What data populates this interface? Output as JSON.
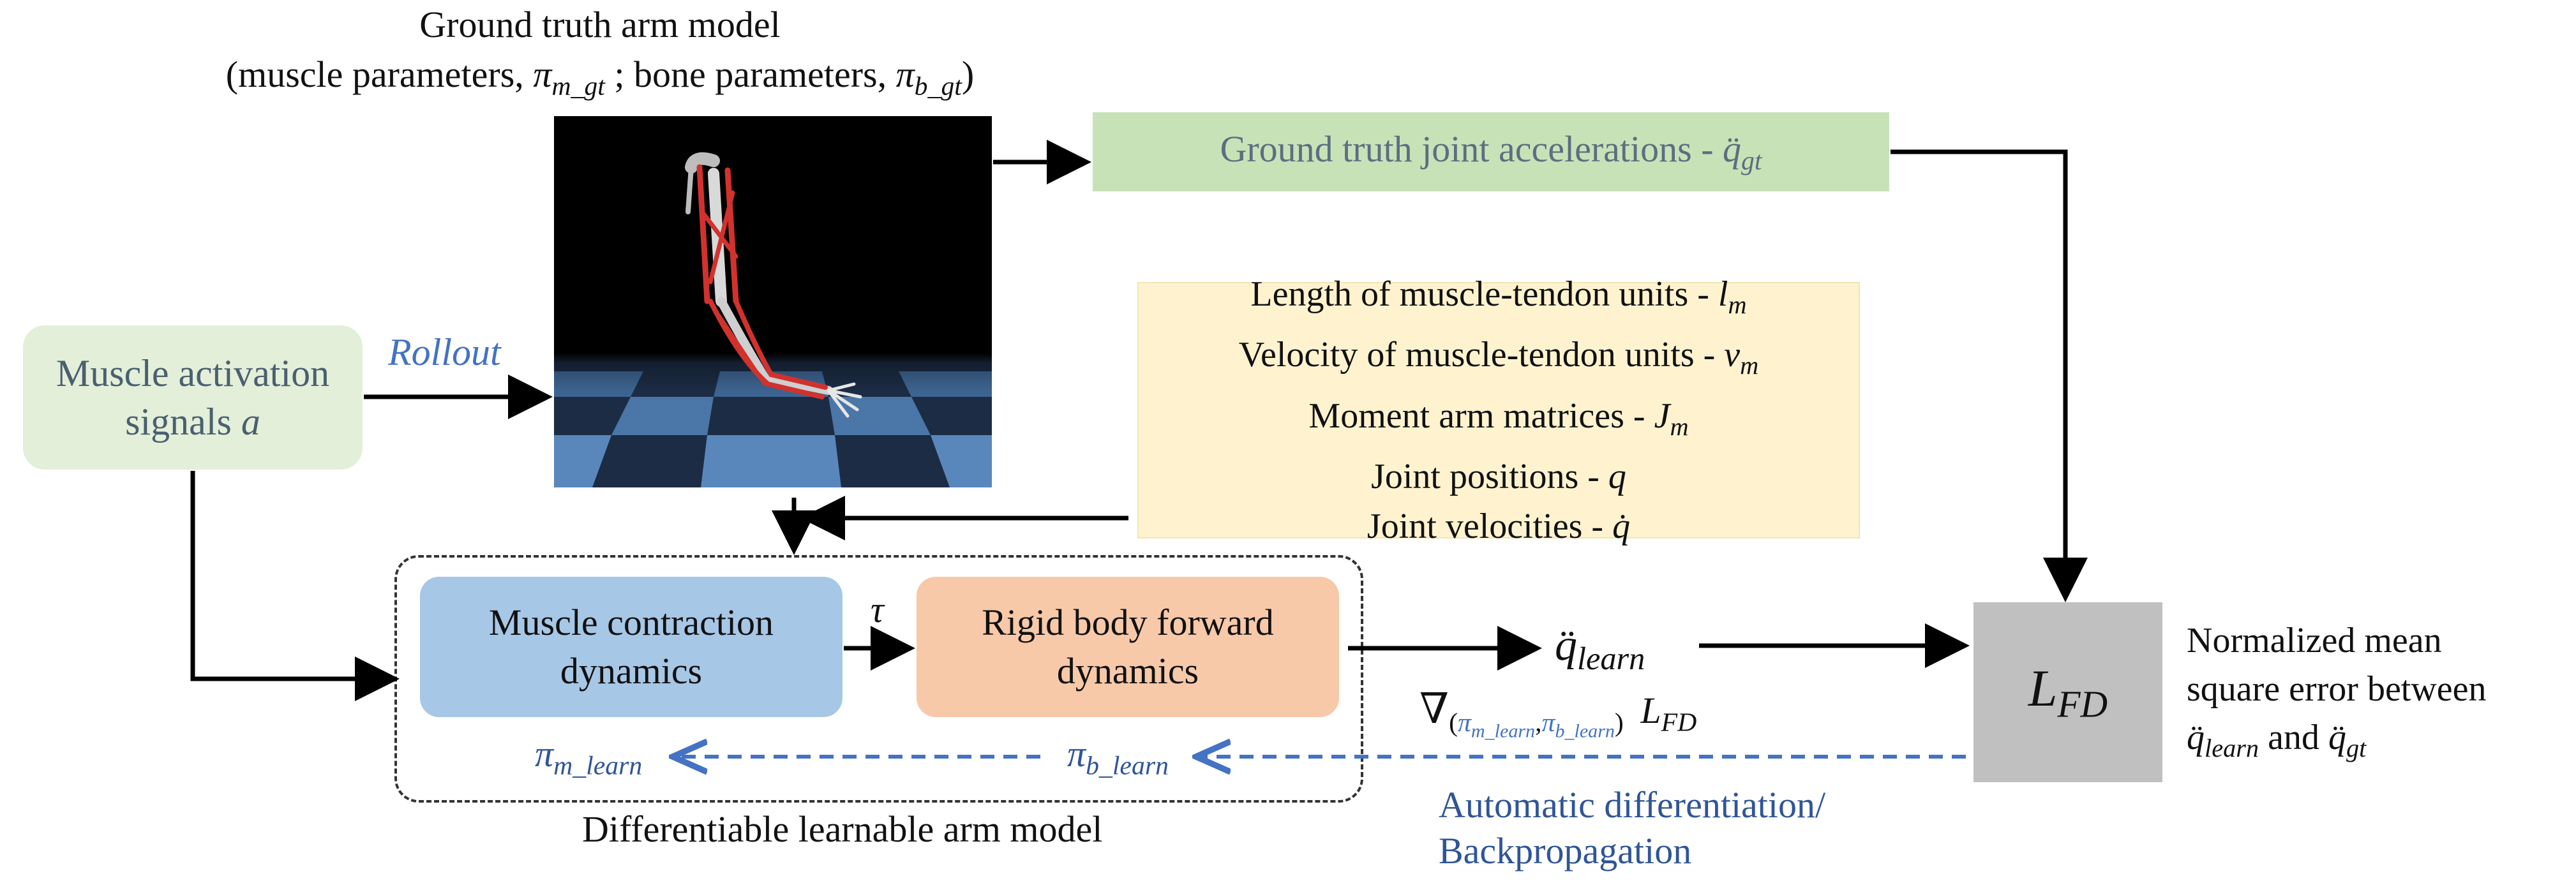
{
  "title": {
    "line1": "Ground truth arm model",
    "line2_prefix": "(muscle parameters, ",
    "line2_pi1": "π",
    "line2_sub1": "m_gt",
    "line2_mid": " ; bone parameters, ",
    "line2_pi2": "π",
    "line2_sub2": "b_gt",
    "line2_suffix": ")"
  },
  "muscle_activation": {
    "line1": "Muscle activation",
    "line2_text": "signals ",
    "line2_var": "a"
  },
  "rollout_label": "Rollout",
  "gt_accel": {
    "text": "Ground truth joint accelerations - ",
    "var": "q̈",
    "sub": "gt"
  },
  "inputs_box": {
    "rows": [
      {
        "text": "Length of muscle-tendon units - ",
        "var": "l",
        "sub": "m"
      },
      {
        "text": "Velocity of muscle-tendon units - ",
        "var": "v",
        "sub": "m"
      },
      {
        "text": "Moment arm matrices - ",
        "var": "J",
        "sub": "m"
      },
      {
        "text": "Joint positions - ",
        "var": "q",
        "sub": ""
      },
      {
        "text": "Joint velocities - ",
        "var": "q̇",
        "sub": ""
      }
    ]
  },
  "muscle_contraction": {
    "line1": "Muscle contraction",
    "line2": "dynamics"
  },
  "tau": "τ",
  "rigid_body": {
    "line1": "Rigid body forward",
    "line2": "dynamics"
  },
  "q_learn": {
    "var": "q̈",
    "sub": "learn"
  },
  "loss": {
    "var": "L",
    "sub": "FD"
  },
  "loss_desc": {
    "line1": "Normalized mean",
    "line2": "square error between",
    "line3_var1": "q̈",
    "line3_sub1": "learn",
    "line3_mid": " and  ",
    "line3_var2": "q̈",
    "line3_sub2": "gt"
  },
  "gradient": {
    "nabla": "∇",
    "open": "(",
    "pi1": "π",
    "sub1": "m_learn",
    "comma": ",",
    "pi2": "π",
    "sub2": "b_learn",
    "close": ")",
    "L": "L",
    "Lsub": "FD"
  },
  "pi_m_learn": {
    "pi": "π",
    "sub": "m_learn"
  },
  "pi_b_learn": {
    "pi": "π",
    "sub": "b_learn"
  },
  "learnable_label": "Differentiable learnable arm model",
  "autodiff": {
    "line1": "Automatic differentiation/",
    "line2": "Backpropagation"
  },
  "colors": {
    "green_box": "#c8e2b8",
    "green_text": "#5a6f80",
    "activation_box": "#e3efd9",
    "activation_text": "#4a6070",
    "yellow_box": "#fff3cf",
    "blue_box": "#a7c7e7",
    "orange_box": "#f7c9a9",
    "gray_box": "#c0c0c0",
    "accent_blue": "#4472c4",
    "autodiff_blue": "#2f5597"
  }
}
